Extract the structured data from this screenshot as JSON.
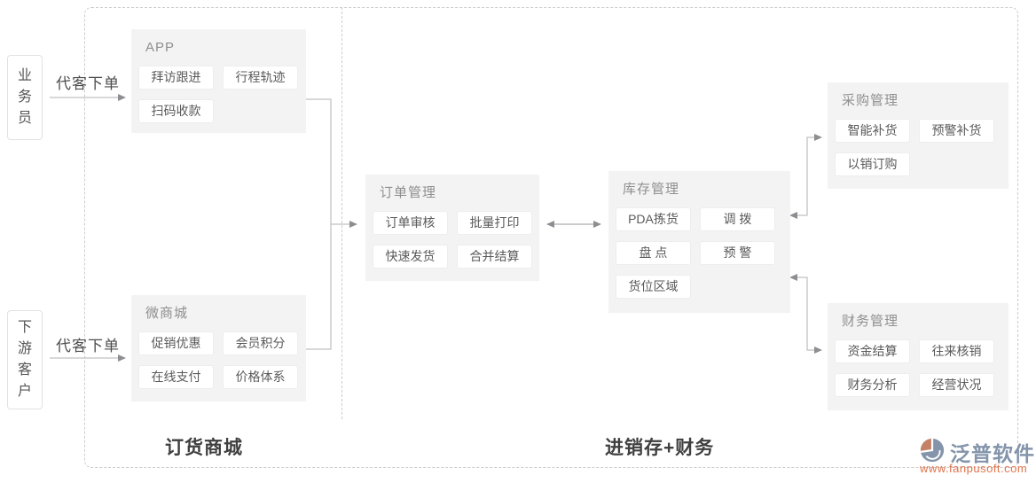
{
  "actors": [
    {
      "label": "业务员",
      "arrow_label": "代客下单"
    },
    {
      "label": "下游客户",
      "arrow_label": "代客下单"
    }
  ],
  "modules": [
    {
      "title": "APP",
      "chips": [
        "拜访跟进",
        "行程轨迹",
        "扫码收款"
      ]
    },
    {
      "title": "微商城",
      "chips": [
        "促销优惠",
        "会员积分",
        "在线支付",
        "价格体系"
      ]
    },
    {
      "title": "订单管理",
      "chips": [
        "订单审核",
        "批量打印",
        "快速发货",
        "合并结算"
      ]
    },
    {
      "title": "库存管理",
      "chips": [
        "PDA拣货",
        "调 拨",
        "盘 点",
        "预 警",
        "货位区域"
      ]
    },
    {
      "title": "采购管理",
      "chips": [
        "智能补货",
        "预警补货",
        "以销订购"
      ]
    },
    {
      "title": "财务管理",
      "chips": [
        "资金结算",
        "往来核销",
        "财务分析",
        "经营状况"
      ]
    }
  ],
  "sections": [
    {
      "label": "订货商城"
    },
    {
      "label": "进销存+财务"
    }
  ],
  "branding": {
    "logo_text": "泛普软件",
    "website": "www.fanpusoft.com"
  },
  "colors": {
    "module_bg": "#f3f3f4",
    "connector": "#b2b2b6",
    "arrowhead": "#8e8e92",
    "dashed_border": "#cccccc",
    "logo_blue_gray": "#8394ab",
    "logo_orange": "#c58166",
    "url_orange": "#e0734b"
  }
}
